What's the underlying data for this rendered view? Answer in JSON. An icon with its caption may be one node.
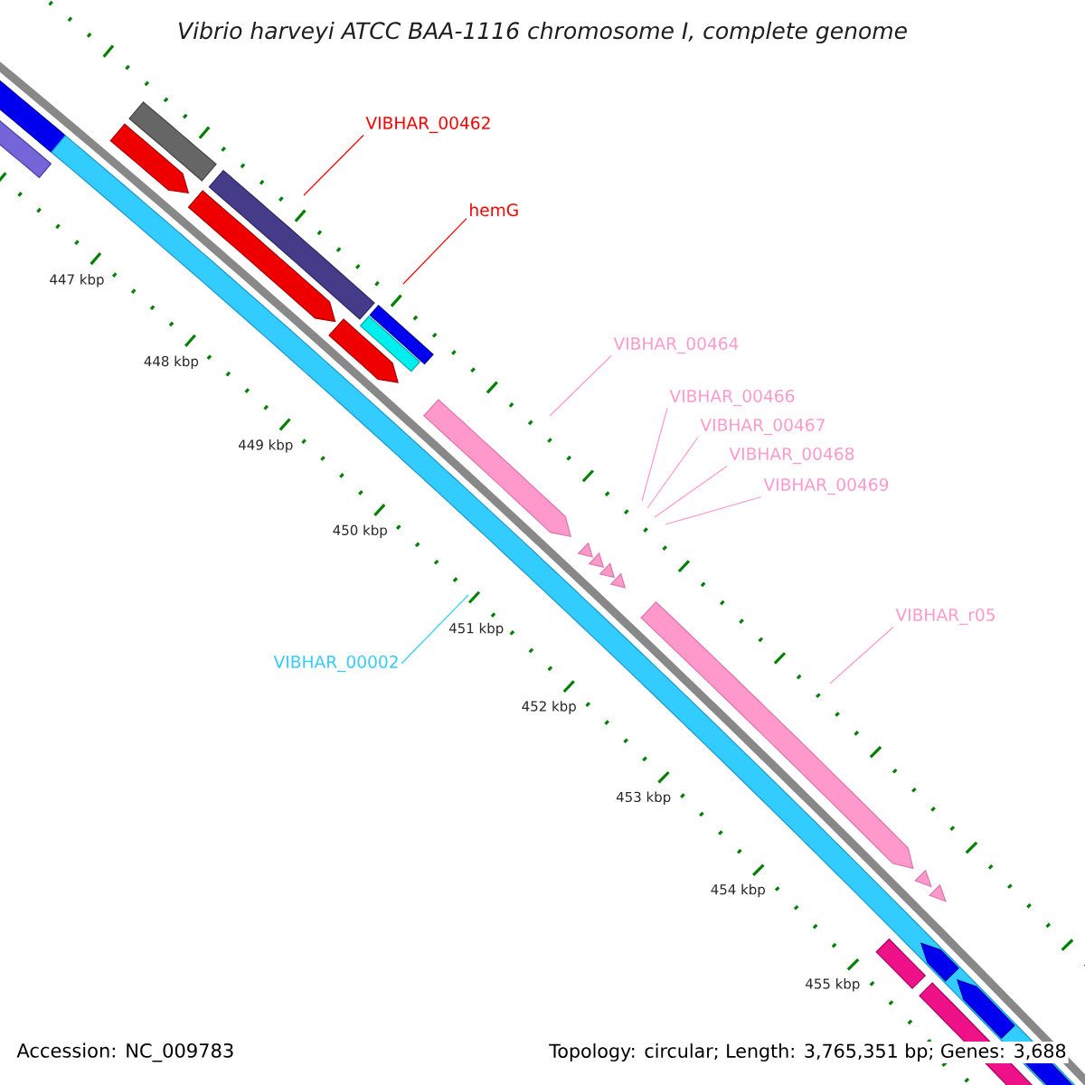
{
  "diagram": {
    "title": "Vibrio harveyi ATCC BAA-1116 chromosome I, complete genome",
    "nodes": [
      {
        "text": [
          "VIBHAR_00462"
        ]
      },
      {
        "text": [
          "hemG"
        ]
      },
      {
        "text": [
          "VIBHAR_00464"
        ]
      },
      {
        "text": [
          "VIBHAR_00466"
        ]
      },
      {
        "text": [
          "VIBHAR_00467"
        ]
      },
      {
        "text": [
          "VIBHAR_00468"
        ]
      },
      {
        "text": [
          "VIBHAR_00469"
        ]
      },
      {
        "text": [
          "VIBHAR_r05"
        ]
      },
      {
        "text": [
          "VIBHAR_00002"
        ]
      }
    ],
    "edges": [
      {
        "from": 0,
        "to": null,
        "arrow": "none",
        "color": "#ff0000"
      },
      {
        "from": 1,
        "to": null,
        "arrow": "none",
        "color": "#ff0000"
      },
      {
        "from": 2,
        "to": null,
        "arrow": "none"
      },
      {
        "from": 3,
        "to": null,
        "arrow": "none"
      },
      {
        "from": 4,
        "to": null,
        "arrow": "none"
      },
      {
        "from": 5,
        "to": null,
        "arrow": "none"
      },
      {
        "from": 6,
        "to": null,
        "arrow": "none"
      },
      {
        "from": 7,
        "to": null,
        "arrow": "none"
      },
      {
        "from": 8,
        "to": null,
        "arrow": "none",
        "color": "#33ccff"
      }
    ],
    "labels": [
      "447 kbp",
      "448 kbp",
      "449 kbp",
      "450 kbp",
      "451 kbp",
      "452 kbp",
      "453 kbp",
      "454 kbp",
      "455 kbp",
      "Accession: NC_009783",
      "Topology: circular; Length: 3,765,351 bp; Genes: 3,688"
    ]
  }
}
